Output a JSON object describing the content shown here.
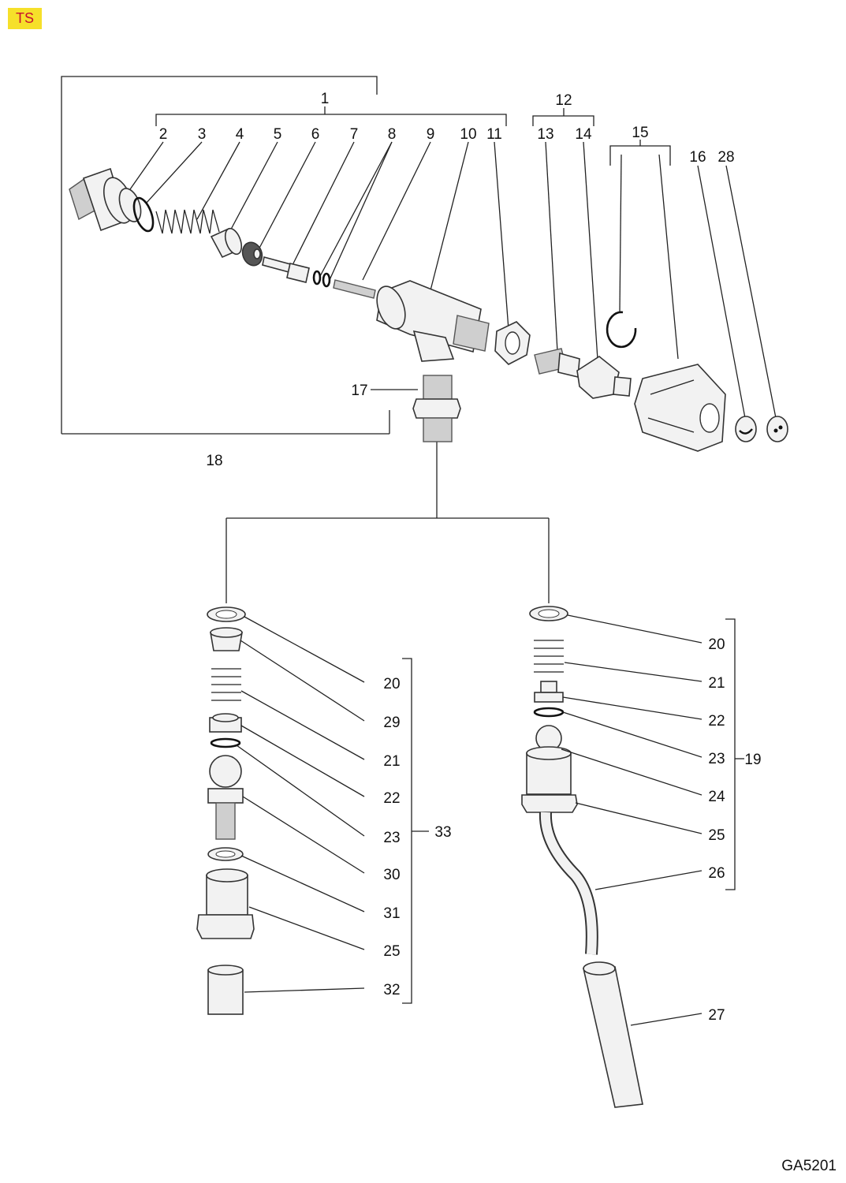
{
  "badge": "TS",
  "drawing_code": "GA5201",
  "labels": {
    "n1": "1",
    "n2": "2",
    "n3": "3",
    "n4": "4",
    "n5": "5",
    "n6": "6",
    "n7": "7",
    "n8": "8",
    "n9": "9",
    "n10": "10",
    "n11": "11",
    "n12": "12",
    "n13": "13",
    "n14": "14",
    "n15": "15",
    "n16": "16",
    "n17": "17",
    "n18": "18",
    "n19": "19",
    "n20": "20",
    "n21": "21",
    "n22": "22",
    "n23": "23",
    "n24": "24",
    "n25": "25",
    "n26": "26",
    "n27": "27",
    "n28": "28",
    "n29": "29",
    "n30": "30",
    "n31": "31",
    "n32": "32",
    "n33": "33"
  }
}
